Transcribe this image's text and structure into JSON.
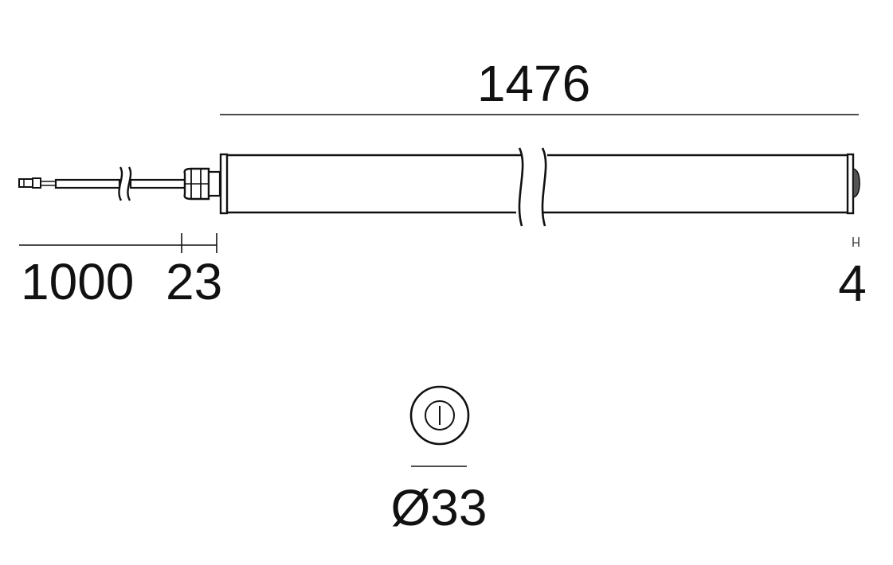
{
  "drawing": {
    "type": "technical dimension drawing",
    "subject": "tubular linear luminaire with cable",
    "colors": {
      "line": "#111111",
      "background": "#ffffff",
      "end_cap": "#555555"
    }
  },
  "dimensions": {
    "overall_length": "1476",
    "cable_length": "1000",
    "gland_length": "23",
    "end_cap_depth": "4",
    "diameter": "Ø33"
  }
}
